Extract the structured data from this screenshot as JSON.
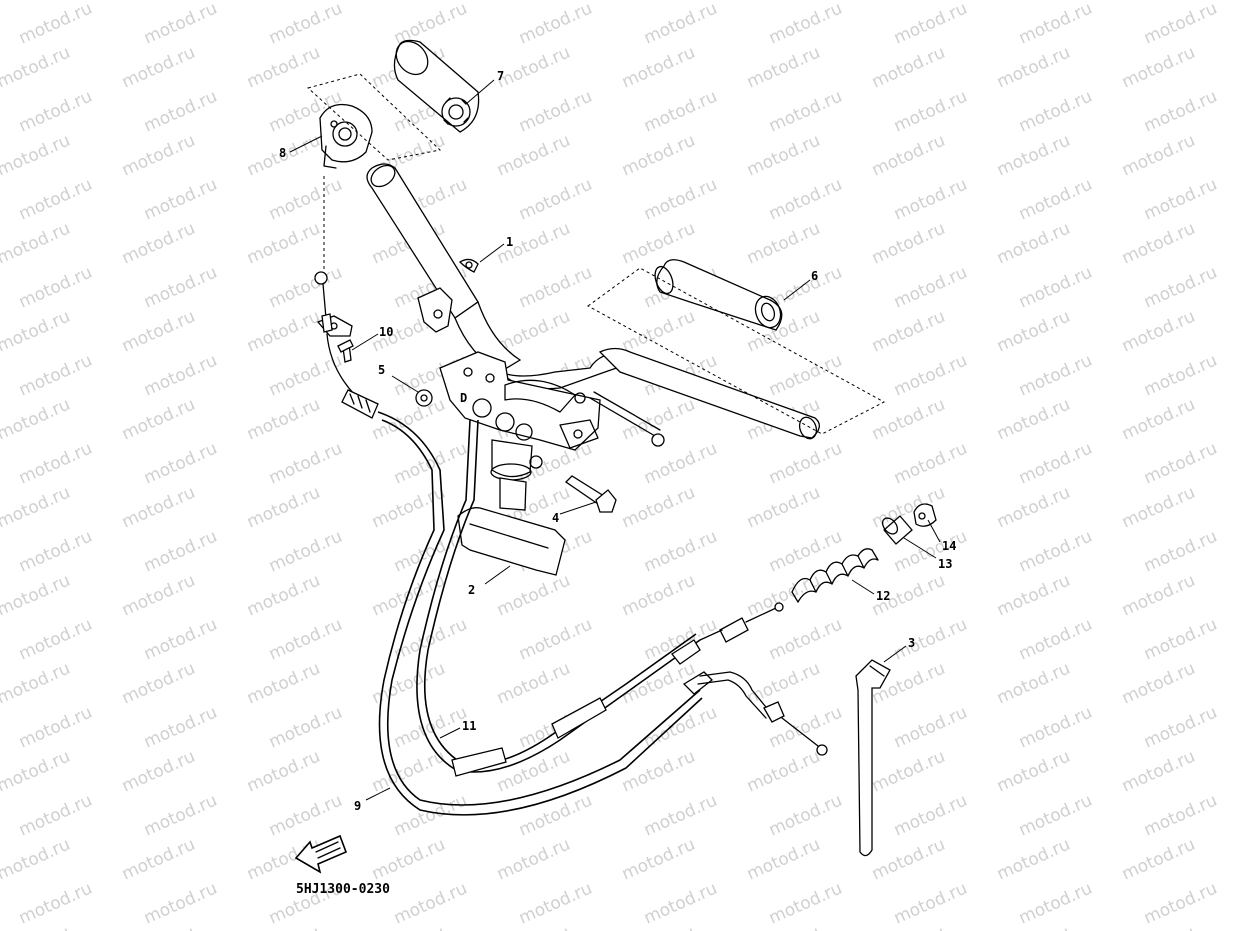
{
  "watermark_text": "motod.ru",
  "diagram_code": "5HJ1300-0230",
  "parts": [
    {
      "number": "1"
    },
    {
      "number": "2"
    },
    {
      "number": "3"
    },
    {
      "number": "4"
    },
    {
      "number": "5"
    },
    {
      "number": "6"
    },
    {
      "number": "7"
    },
    {
      "number": "8"
    },
    {
      "number": "9"
    },
    {
      "number": "10"
    },
    {
      "number": "11"
    },
    {
      "number": "12"
    },
    {
      "number": "13"
    },
    {
      "number": "14"
    }
  ],
  "colors": {
    "ink": "#000000",
    "background": "#ffffff",
    "watermark": "#d0d0d0"
  },
  "icons": {
    "front_direction_arrow": "fwd-arrow-icon"
  }
}
